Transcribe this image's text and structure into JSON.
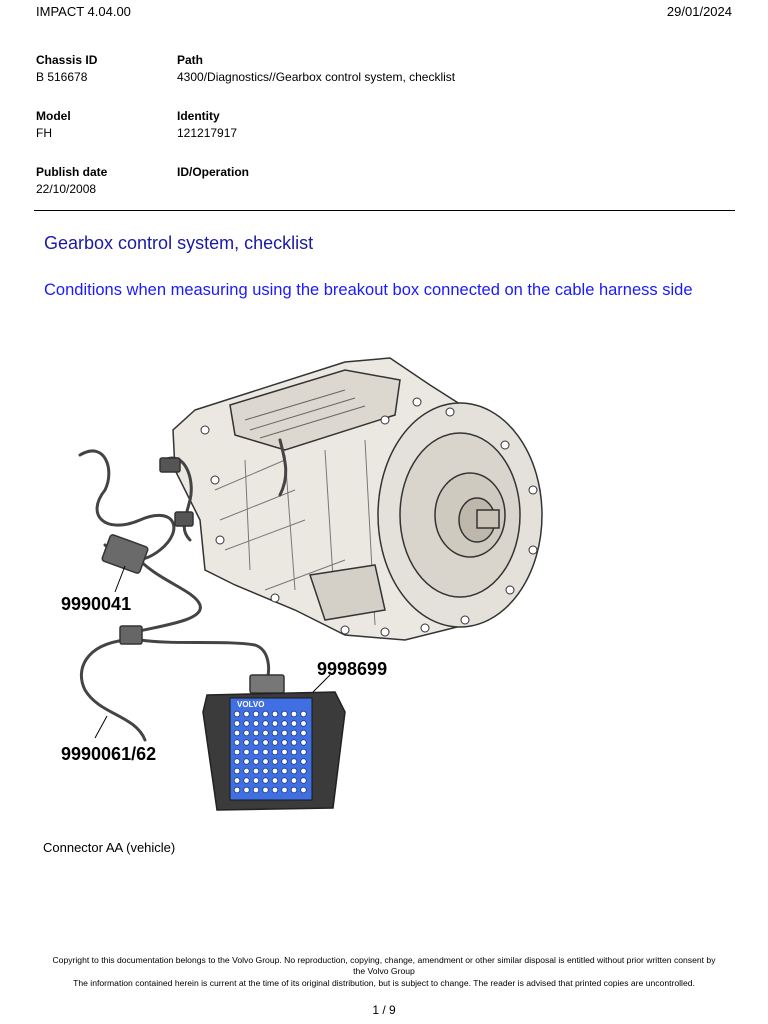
{
  "header": {
    "app_version": "IMPACT 4.04.00",
    "print_date": "29/01/2024"
  },
  "meta": {
    "chassis_id_label": "Chassis ID",
    "chassis_id": "B 516678",
    "path_label": "Path",
    "path": "4300/Diagnostics//Gearbox control system, checklist",
    "model_label": "Model",
    "model": "FH",
    "identity_label": "Identity",
    "identity": "121217917",
    "publish_date_label": "Publish date",
    "publish_date": "22/10/2008",
    "id_operation_label": "ID/Operation",
    "id_operation": ""
  },
  "content": {
    "title": "Gearbox control system, checklist",
    "subtitle": "Conditions when measuring using the breakout box connected on the cable harness side",
    "figure": {
      "labels": {
        "cable_a": "9990041",
        "breakout_box": "9998699",
        "cable_b": "9990061/62"
      },
      "box_brand": "VOLVO"
    },
    "caption": "Connector AA (vehicle)"
  },
  "footer": {
    "copyright_line1": "Copyright to this documentation belongs to the Volvo Group. No reproduction, copying, change, amendment or other similar disposal is entitled without prior written consent by",
    "copyright_line2": "the Volvo Group",
    "disclaimer": "The information contained herein is current at the time of its original distribution, but is subject to change. The reader is advised that printed copies are uncontrolled.",
    "page": "1 / 9"
  },
  "colors": {
    "title": "#1a1aa6",
    "subtitle": "#1a1aff",
    "breakout_panel": "#3f6fe0"
  }
}
